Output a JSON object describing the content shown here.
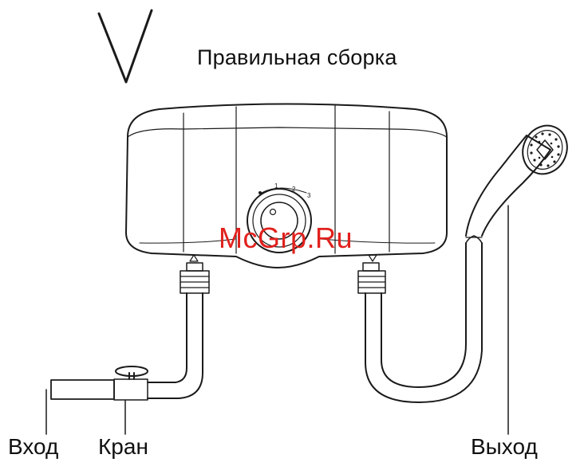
{
  "title": "Правильная сборка",
  "labels": {
    "inlet": "Вход",
    "tap": "Кран",
    "outlet": "Выход"
  },
  "dial_marks": [
    "1",
    "2",
    "3"
  ],
  "watermark": "McGrp.Ru",
  "colors": {
    "line": "#1a1a1a",
    "watermark": "#e1211d",
    "background": "#ffffff"
  }
}
